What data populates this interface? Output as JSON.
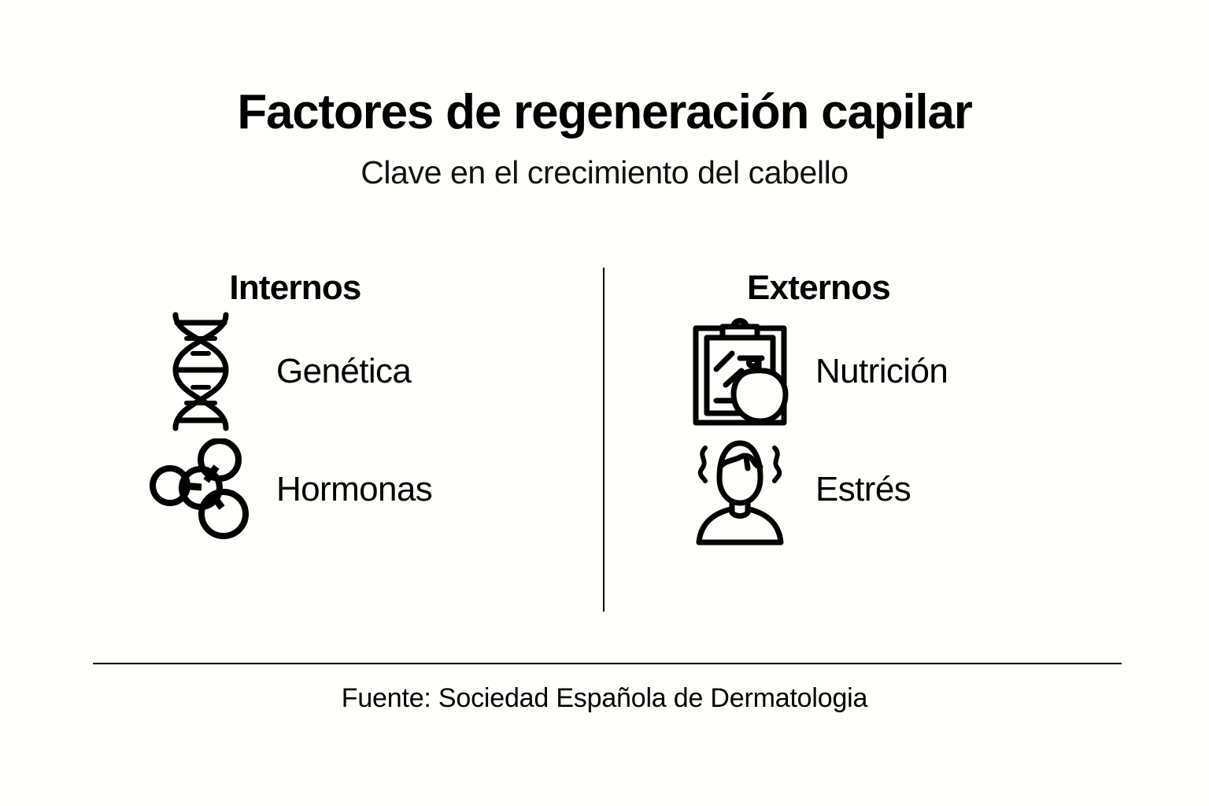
{
  "header": {
    "title": "Factores de regeneración capilar",
    "subtitle": "Clave en el crecimiento del cabello"
  },
  "columns": [
    {
      "heading": "Internos",
      "items": [
        {
          "label": "Genética",
          "icon": "dna-helix-icon"
        },
        {
          "label": "Hormonas",
          "icon": "molecule-icon"
        }
      ]
    },
    {
      "heading": "Externos",
      "items": [
        {
          "label": "Nutrición",
          "icon": "clipboard-apple-icon"
        },
        {
          "label": "Estrés",
          "icon": "stressed-person-icon"
        }
      ]
    }
  ],
  "footer": {
    "source": "Fuente: Sociedad Española de Dermatologia"
  },
  "style": {
    "background": "#fffffb",
    "ink": "#000000"
  }
}
